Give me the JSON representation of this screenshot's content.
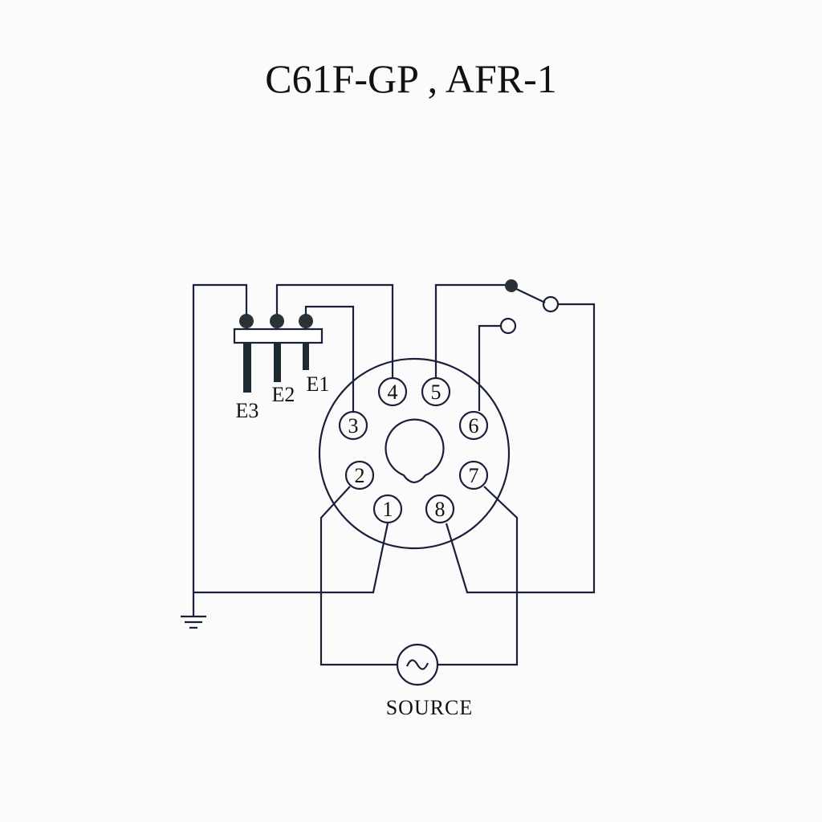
{
  "title": "C61F-GP , AFR-1",
  "electrodes": [
    {
      "label": "E3"
    },
    {
      "label": "E2"
    },
    {
      "label": "E1"
    }
  ],
  "pins": [
    "1",
    "2",
    "3",
    "4",
    "5",
    "6",
    "7",
    "8"
  ],
  "source": {
    "label": "SOURCE",
    "symbol": "~"
  },
  "colors": {
    "wire": "#1a1f3a",
    "background": "#fbfbfb"
  }
}
